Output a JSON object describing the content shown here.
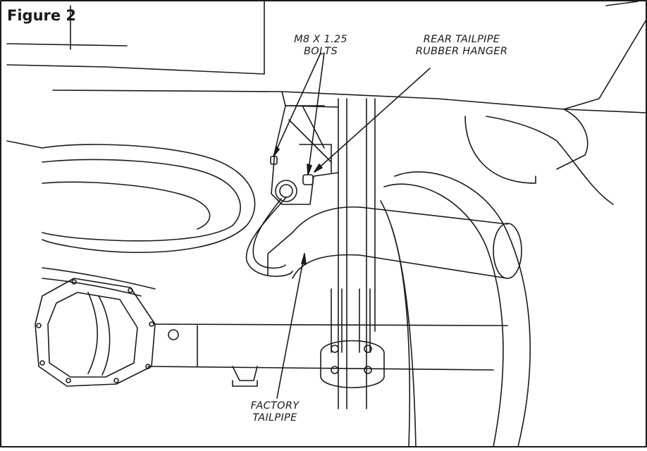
{
  "figure": {
    "title": "Figure 2"
  },
  "callouts": {
    "bolts": {
      "line1": "M8 X 1.25",
      "line2": "BOLTS"
    },
    "hanger": {
      "line1": "REAR TAILPIPE",
      "line2": "RUBBER HANGER"
    },
    "tailpipe": {
      "line1": "FACTORY",
      "line2": "TAILPIPE"
    }
  },
  "colors": {
    "line": "#1a1a1a",
    "background": "#ffffff"
  }
}
